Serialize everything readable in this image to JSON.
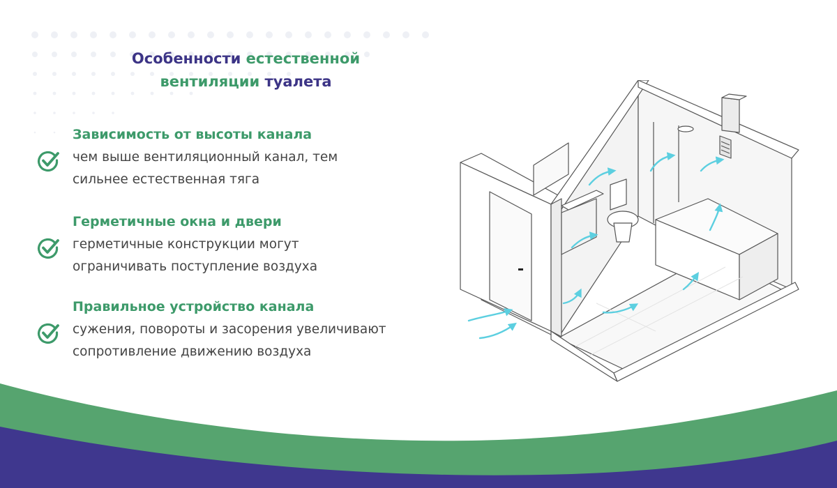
{
  "title": {
    "part1": "Особенности ",
    "part2": "естественной",
    "part3": "вентиляции ",
    "part4": "туалета"
  },
  "features": [
    {
      "heading": "Зависимость от высоты канала",
      "line1": "чем выше вентиляционный канал, тем",
      "line2": "сильнее естественная тяга"
    },
    {
      "heading": "Герметичные окна и двери",
      "line1": "герметичные конструкции могут",
      "line2": "ограничивать поступление воздуха"
    },
    {
      "heading": "Правильное устройство канала",
      "line1": "сужения, повороты и засорения увеличивают",
      "line2": "сопротивление движению воздуха"
    }
  ],
  "icons": {
    "feature": "check-circle-icon",
    "illustration": "bathroom-ventilation-illustration"
  },
  "colors": {
    "primary_purple": "#3c3486",
    "accent_green": "#3d9a6a",
    "wave_green": "#56a46f",
    "wave_purple": "#3f378e",
    "airflow_cyan": "#5ccfe0",
    "body_text": "#444444"
  }
}
